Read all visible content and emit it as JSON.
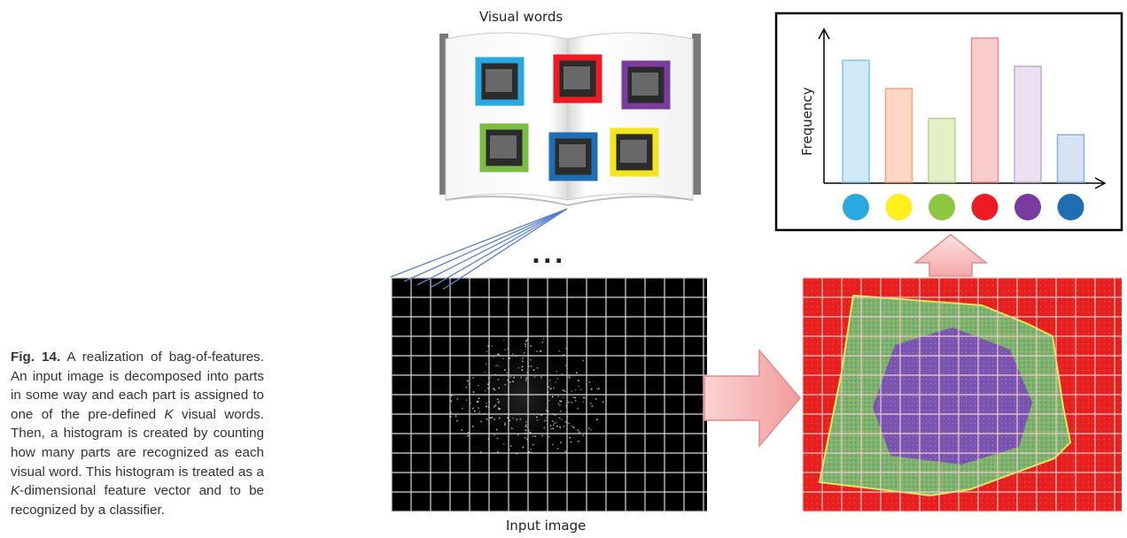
{
  "visual_words_label": "Visual words",
  "input_image_label": "Input image",
  "ellipsis": "...",
  "histogram": {
    "ylabel": "Frequency",
    "bars": [
      {
        "value": 0.82,
        "fill": "#cfe9f7",
        "stroke": "#7fc6ea",
        "dot": "#29a9e0"
      },
      {
        "value": 0.63,
        "fill": "#fbd7c4",
        "stroke": "#f4a37f",
        "dot": "#ffef1c"
      },
      {
        "value": 0.43,
        "fill": "#e4efc8",
        "stroke": "#b7d48b",
        "dot": "#8dc63f"
      },
      {
        "value": 0.97,
        "fill": "#f8cccc",
        "stroke": "#ec8a8a",
        "dot": "#ed1c24"
      },
      {
        "value": 0.78,
        "fill": "#ece0f1",
        "stroke": "#c5a7d6",
        "dot": "#7a3b9f"
      },
      {
        "value": 0.32,
        "fill": "#d7e3f3",
        "stroke": "#8fafd8",
        "dot": "#1f6eb4"
      }
    ]
  },
  "book_frames": [
    {
      "color": "#2aa7df"
    },
    {
      "color": "#ed1c24"
    },
    {
      "color": "#7b3c9f"
    },
    {
      "color": "#7dbc42"
    },
    {
      "color": "#1f6eb4"
    },
    {
      "color": "#f2e51c"
    }
  ],
  "caption": {
    "fig": "Fig. 14.",
    "p1": " A realization of bag-of-features. An input image is decomposed into parts in some way and each part is assigned to one of the pre-defined ",
    "k1": "K",
    "p2": " visual words. Then, a histogram is created by counting how many parts are recognized as each visual word. This histogram is treated as a ",
    "k2": "K",
    "p3": "-dimensional feature vector and to be recognized by a classifier."
  }
}
